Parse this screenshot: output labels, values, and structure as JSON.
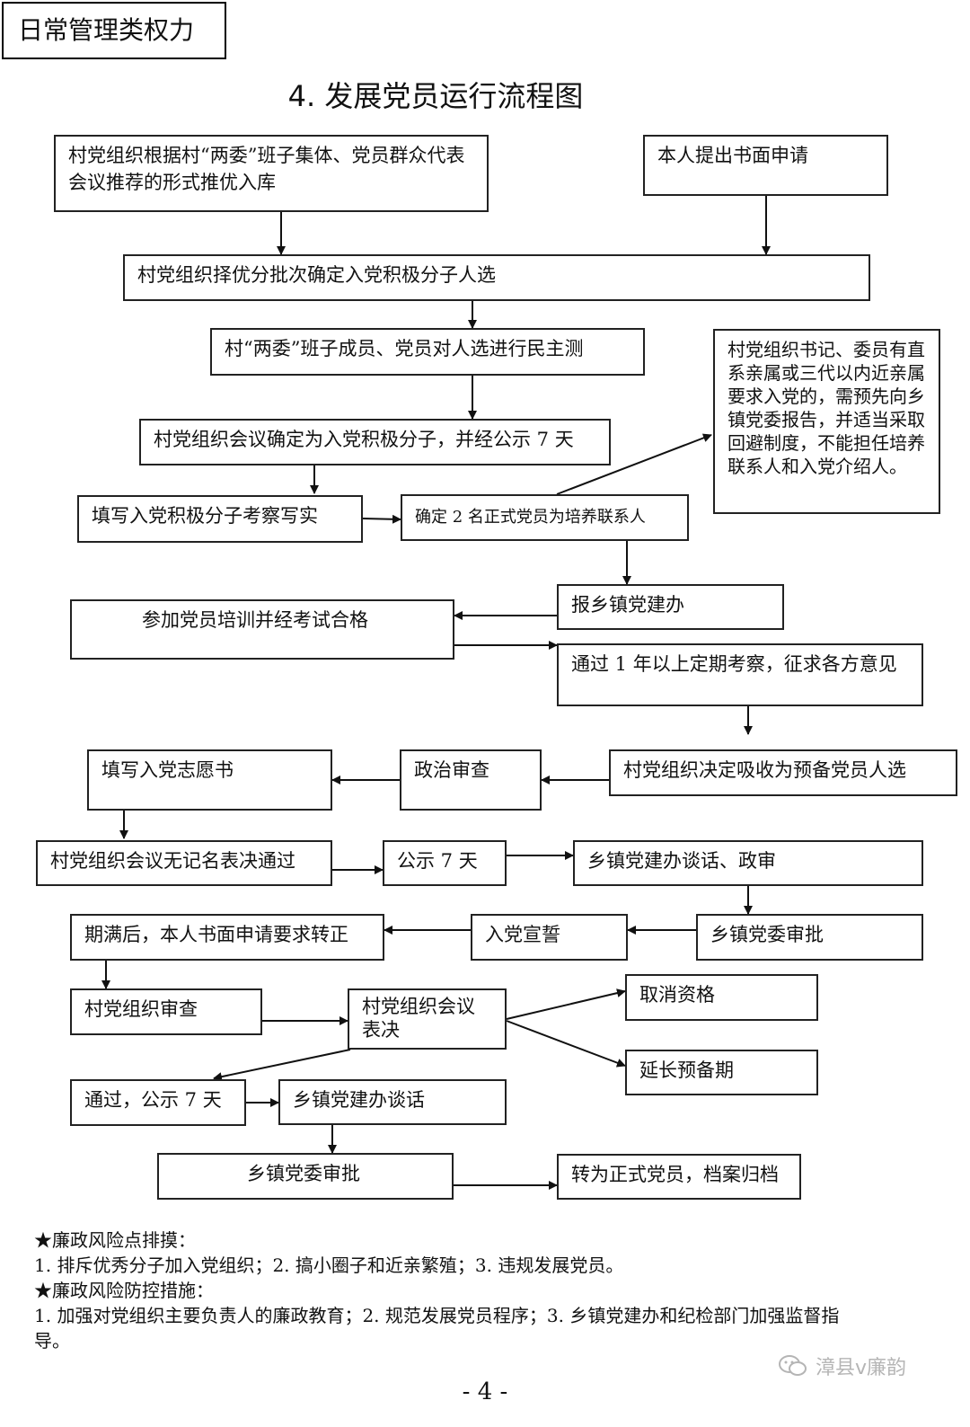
{
  "header": {
    "category": "日常管理类权力",
    "title": "4. 发展党员运行流程图"
  },
  "nodes": {
    "n1": "村党组织根据村“两委”班子集体、党员群众代表会议推荐的形式推优入库",
    "n2": "本人提出书面申请",
    "n3": "村党组织择优分批次确定入党积极分子人选",
    "n4": "村“两委”班子成员、党员对人选进行民主测",
    "n5": "村党组织书记、委员有直系亲属或三代以内近亲属要求入党的，需预先向乡镇党委报告，并适当采取回避制度，不能担任培养联系人和入党介绍人。",
    "n6": "村党组织会议确定为入党积极分子，并经公示 7 天",
    "n7": "填写入党积极分子考察写实",
    "n8": "确定 2 名正式党员为培养联系人",
    "n9": "报乡镇党建办",
    "n10": "参加党员培训并经考试合格",
    "n11": "通过 1 年以上定期考察，征求各方意见",
    "n12": "村党组织决定吸收为预备党员人选",
    "n13": "政治审查",
    "n14": "填写入党志愿书",
    "n15": "村党组织会议无记名表决通过",
    "n16": "公示 7 天",
    "n17": "乡镇党建办谈话、政审",
    "n18": "乡镇党委审批",
    "n19": "入党宣誓",
    "n20": "期满后，本人书面申请要求转正",
    "n21": "村党组织审查",
    "n22": "村党组织会议\n表决",
    "n23": "取消资格",
    "n24": "延长预备期",
    "n25": "通过，公示 7 天",
    "n26": "乡镇党建办谈话",
    "n27": "乡镇党委审批",
    "n28": "转为正式党员，档案归档"
  },
  "notes": {
    "risk_heading": "★廉政风险点排摸：",
    "risk_text": "1. 排斥优秀分子加入党组织；2. 搞小圈子和近亲繁殖；3. 违规发展党员。",
    "measure_heading": "★廉政风险防控措施：",
    "measure_text": "1. 加强对党组织主要负责人的廉政教育；2. 规范发展党员程序；3. 乡镇党建办和纪检部门加强监督指导。"
  },
  "footer": {
    "page": "- 4 -",
    "watermark": "漳县v廉韵"
  }
}
